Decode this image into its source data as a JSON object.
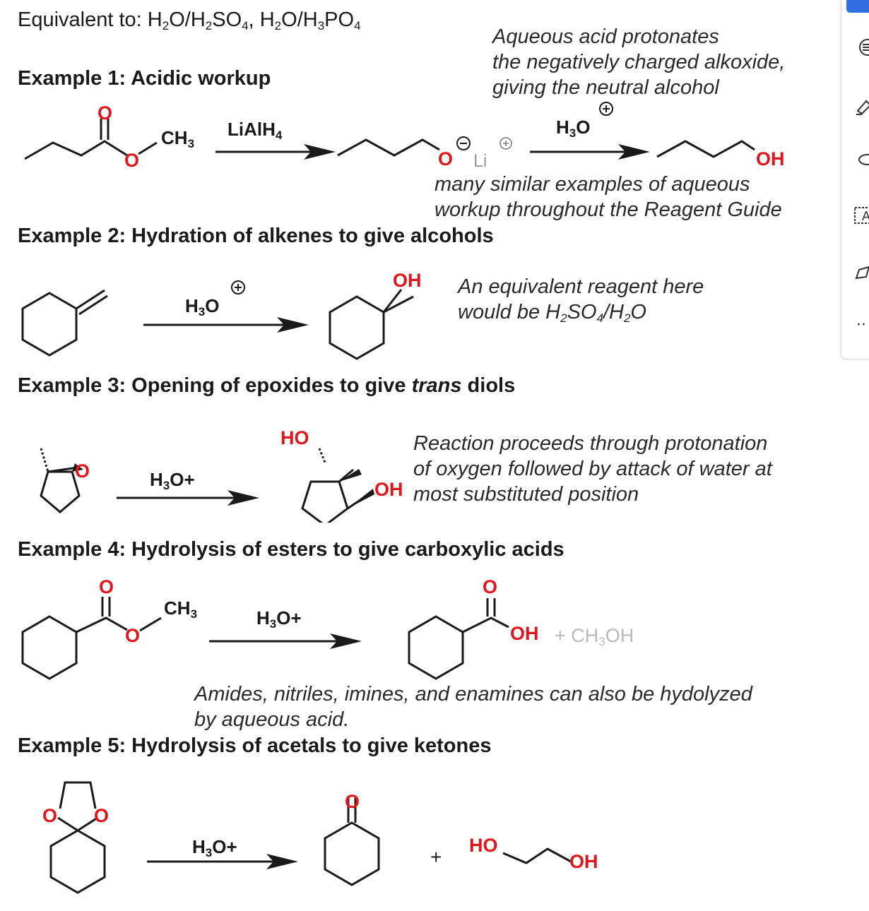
{
  "header": {
    "equivalent_prefix": "Equivalent to: H",
    "eq_rest": [
      "O/H",
      "SO",
      ", H",
      "O/H",
      "PO"
    ],
    "eq_subs": [
      "2",
      "2",
      "4",
      "2",
      "3",
      "4"
    ]
  },
  "example1": {
    "heading": "Example 1: Acidic workup",
    "reagent": "LiAlH",
    "reagent_sub": "4",
    "reagent2": "H",
    "reagent2_rest": "O",
    "reagent2_sub": "3",
    "o_label": "O",
    "ch3": "CH",
    "li": "Li",
    "oh": "OH",
    "note_top": [
      "Aqueous acid protonates",
      "the negatively charged alkoxide,",
      "giving the neutral alcohol"
    ],
    "note_bottom": [
      "many similar examples of aqueous",
      "workup throughout the Reagent Guide"
    ]
  },
  "example2": {
    "heading": "Example 2: Hydration of alkenes to give alcohols",
    "reagent": "H",
    "reagent_rest": "O",
    "reagent_sub": "3",
    "oh": "OH",
    "note_line1": "An equivalent reagent here",
    "note_line2_parts": [
      "would be H",
      "SO",
      "/H",
      "O"
    ],
    "note_line2_subs": [
      "2",
      "4",
      "2"
    ]
  },
  "example3": {
    "heading_pre": "Example 3: Opening of epoxides to give ",
    "heading_em": "trans",
    "heading_post": " diols",
    "reagent": "H",
    "reagent_rest": "O+",
    "reagent_sub": "3",
    "ho": "HO",
    "oh": "OH",
    "o_label": "O",
    "note": [
      "Reaction proceeds through protonation",
      "of oxygen followed by attack of water at",
      "most substituted position"
    ]
  },
  "example4": {
    "heading": "Example 4: Hydrolysis of esters to give carboxylic acids",
    "reagent": "H",
    "reagent_rest": "O+",
    "reagent_sub": "3",
    "ch3": "CH",
    "oh": "OH",
    "byproduct_pre": "+ CH",
    "byproduct_sub": "3",
    "byproduct_post": "OH",
    "note": [
      "Amides, nitriles, imines, and enamines can also be hydolyzed",
      "by aqueous acid."
    ]
  },
  "example5": {
    "heading": "Example 5: Hydrolysis of acetals to give ketones",
    "reagent": "H",
    "reagent_rest": "O+",
    "reagent_sub": "3",
    "plus": "+",
    "ho": "HO",
    "oh": "OH",
    "o_label": "O"
  },
  "sidebar_tools": [
    "list-icon",
    "highlighter-icon",
    "lasso-icon",
    "text-box-icon",
    "pen-icon",
    "more-icon"
  ],
  "colors": {
    "oxygen_red": "#e0161a",
    "text": "#1a1a1a",
    "byproduct_gray": "#b9b9b9",
    "accent_blue": "#2f6fe0"
  }
}
